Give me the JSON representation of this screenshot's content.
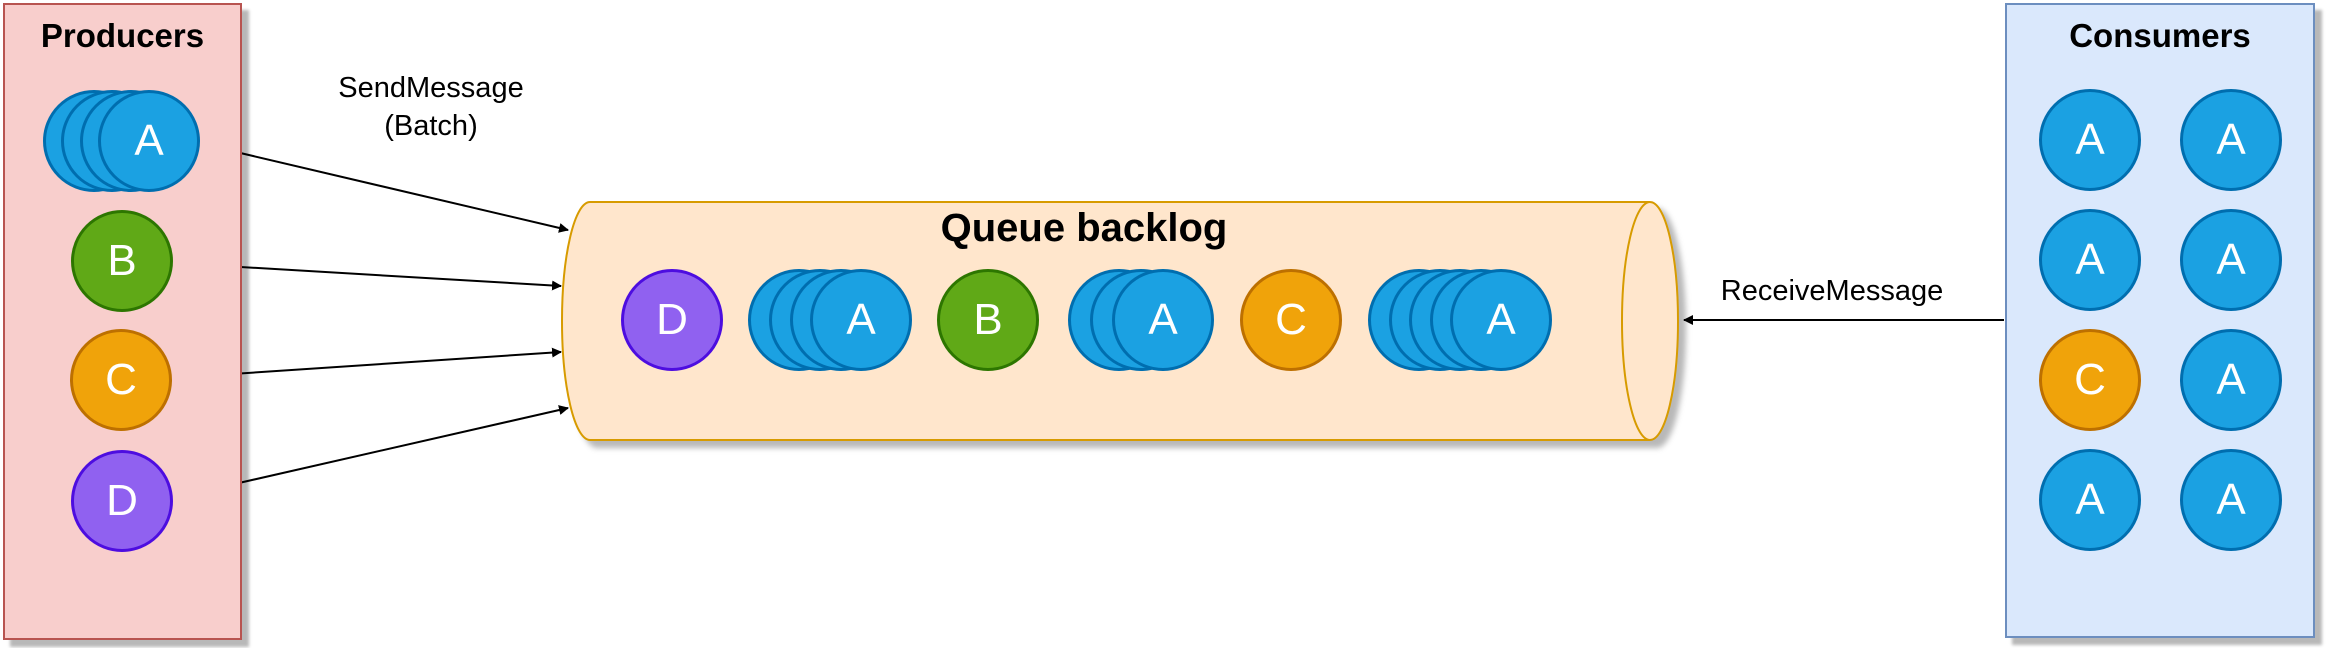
{
  "producers": {
    "title": "Producers",
    "items": [
      {
        "label": "A",
        "color": "blue",
        "stack": 4
      },
      {
        "label": "B",
        "color": "green",
        "stack": 1
      },
      {
        "label": "C",
        "color": "orange",
        "stack": 1
      },
      {
        "label": "D",
        "color": "purple",
        "stack": 1
      }
    ]
  },
  "queue": {
    "title": "Queue backlog",
    "items": [
      {
        "label": "D",
        "color": "purple",
        "stack": 1
      },
      {
        "label": "A",
        "color": "blue",
        "stack": 4
      },
      {
        "label": "B",
        "color": "green",
        "stack": 1
      },
      {
        "label": "A",
        "color": "blue",
        "stack": 3
      },
      {
        "label": "C",
        "color": "orange",
        "stack": 1
      },
      {
        "label": "A",
        "color": "blue",
        "stack": 5
      }
    ]
  },
  "consumers": {
    "title": "Consumers",
    "rows": [
      [
        "A",
        "A"
      ],
      [
        "A",
        "A"
      ],
      [
        "C",
        "A"
      ],
      [
        "A",
        "A"
      ]
    ]
  },
  "labels": {
    "send": "SendMessage",
    "send_sub": "(Batch)",
    "receive": "ReceiveMessage"
  },
  "palette": {
    "blue": {
      "fill": "#1BA1E2",
      "stroke": "#006EAF"
    },
    "green": {
      "fill": "#60A917",
      "stroke": "#2D7600"
    },
    "orange": {
      "fill": "#F0A30A",
      "stroke": "#BD7000"
    },
    "purple": {
      "fill": "#9061F0",
      "stroke": "#4D0DE0"
    },
    "producers_box": {
      "fill": "#F8CECC",
      "stroke": "#B85450"
    },
    "consumers_box": {
      "fill": "#DAE8FC",
      "stroke": "#6C8EBF"
    },
    "queue": {
      "fill": "#FFE6CC",
      "stroke": "#D79B00"
    }
  }
}
